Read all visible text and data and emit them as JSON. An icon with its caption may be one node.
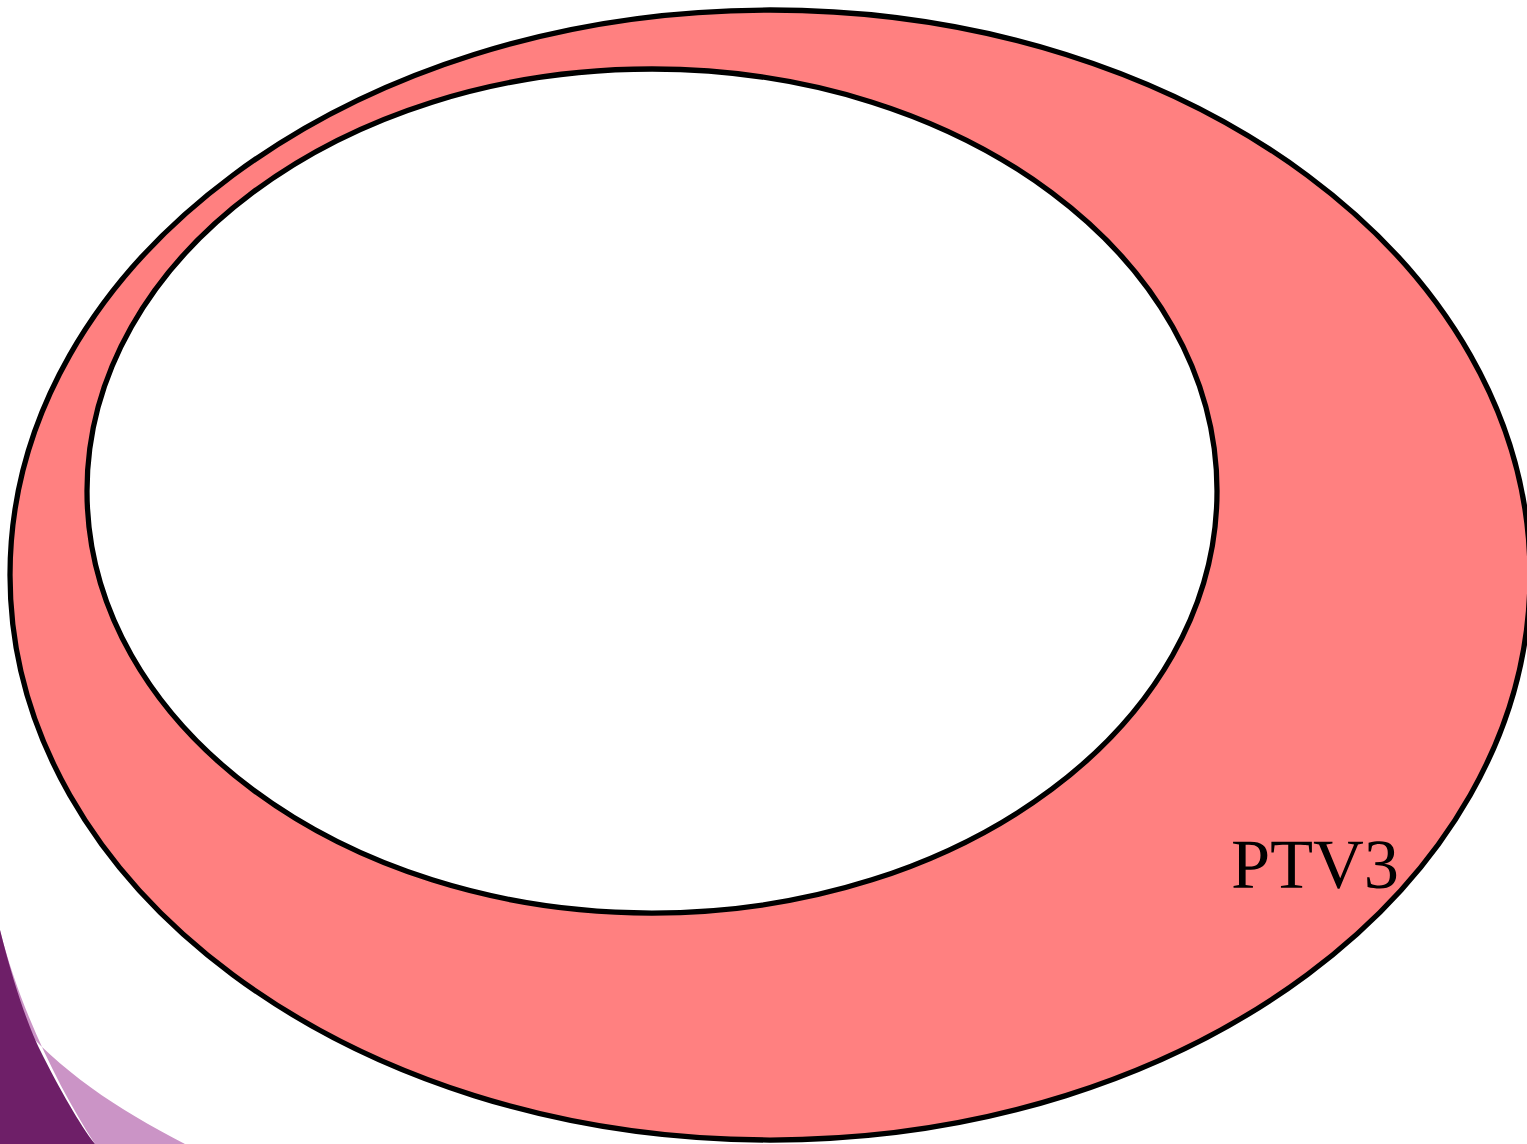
{
  "diagram": {
    "nodes": [
      {
        "text": [
          "PTV3"
        ]
      },
      {
        "text": [],
        "shape": "ellipse",
        "in": 0
      }
    ]
  }
}
